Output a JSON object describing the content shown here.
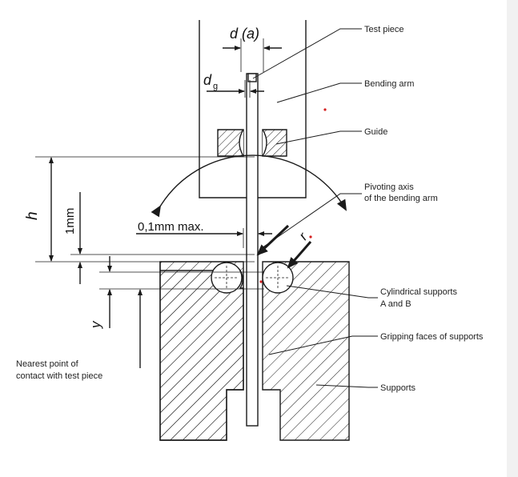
{
  "labels": {
    "test_piece": "Test piece",
    "bending_arm": "Bending arm",
    "guide": "Guide",
    "pivot_line1": "Pivoting axis",
    "pivot_line2": "of the bending arm",
    "cyl_line1": "Cylindrical supports",
    "cyl_line2": "A and B",
    "gripping": "Gripping faces of supports",
    "supports": "Supports",
    "nearest_line1": "Nearest point of",
    "nearest_line2": "contact with test piece"
  },
  "dims": {
    "d_a": "d (a)",
    "d_g": "d",
    "d_g_sub": "g",
    "h": "h",
    "one_mm": "1mm",
    "clearance": "0,1mm max.",
    "r": "r",
    "y": "y"
  },
  "colors": {
    "line": "#1a1a1a",
    "marker": "#d42020"
  }
}
